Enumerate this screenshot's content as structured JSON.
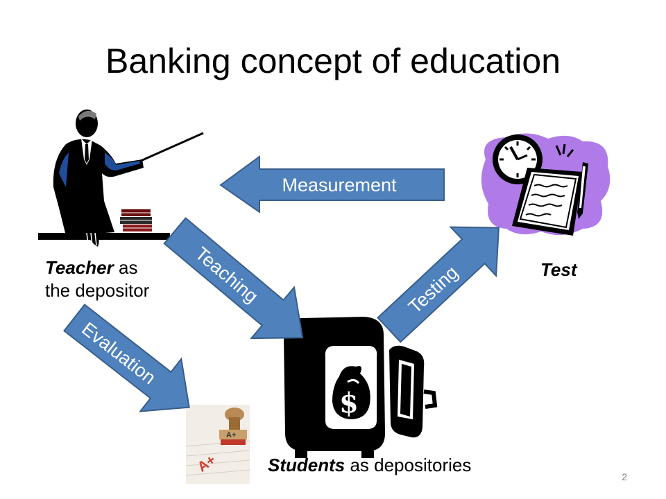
{
  "slide": {
    "title": "Banking concept of education",
    "page_number": "2"
  },
  "arrows": {
    "measurement": "Measurement",
    "teaching": "Teaching",
    "testing": "Testing",
    "evaluation": "Evaluation"
  },
  "labels": {
    "teacher_bold": "Teacher",
    "teacher_line1_rest": " as",
    "teacher_line2": "the depositor",
    "test": "Test",
    "students_bold": "Students",
    "students_rest": " as depositories"
  },
  "grade_image": {
    "text_a": "A+",
    "text_b": "A+"
  },
  "colors": {
    "arrow_fill": "#4f81bd",
    "arrow_stroke": "#385d8a",
    "test_blob": "#b07be8"
  }
}
